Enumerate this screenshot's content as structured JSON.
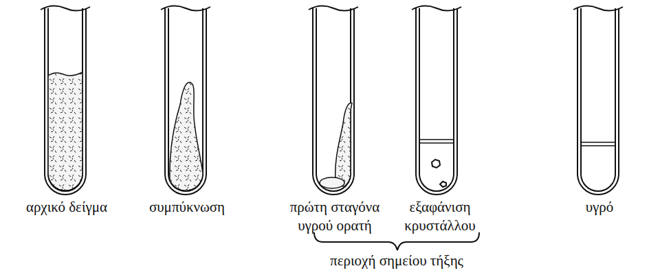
{
  "diagram": {
    "labels": [
      "αρχικό δείγμα",
      "συμπύκνωση",
      "πρώτη σταγόνα υγρού ορατή",
      "εξαφάνιση κρυστάλλου",
      "υγρό",
      "περιοχή σημείου τήξης"
    ]
  }
}
